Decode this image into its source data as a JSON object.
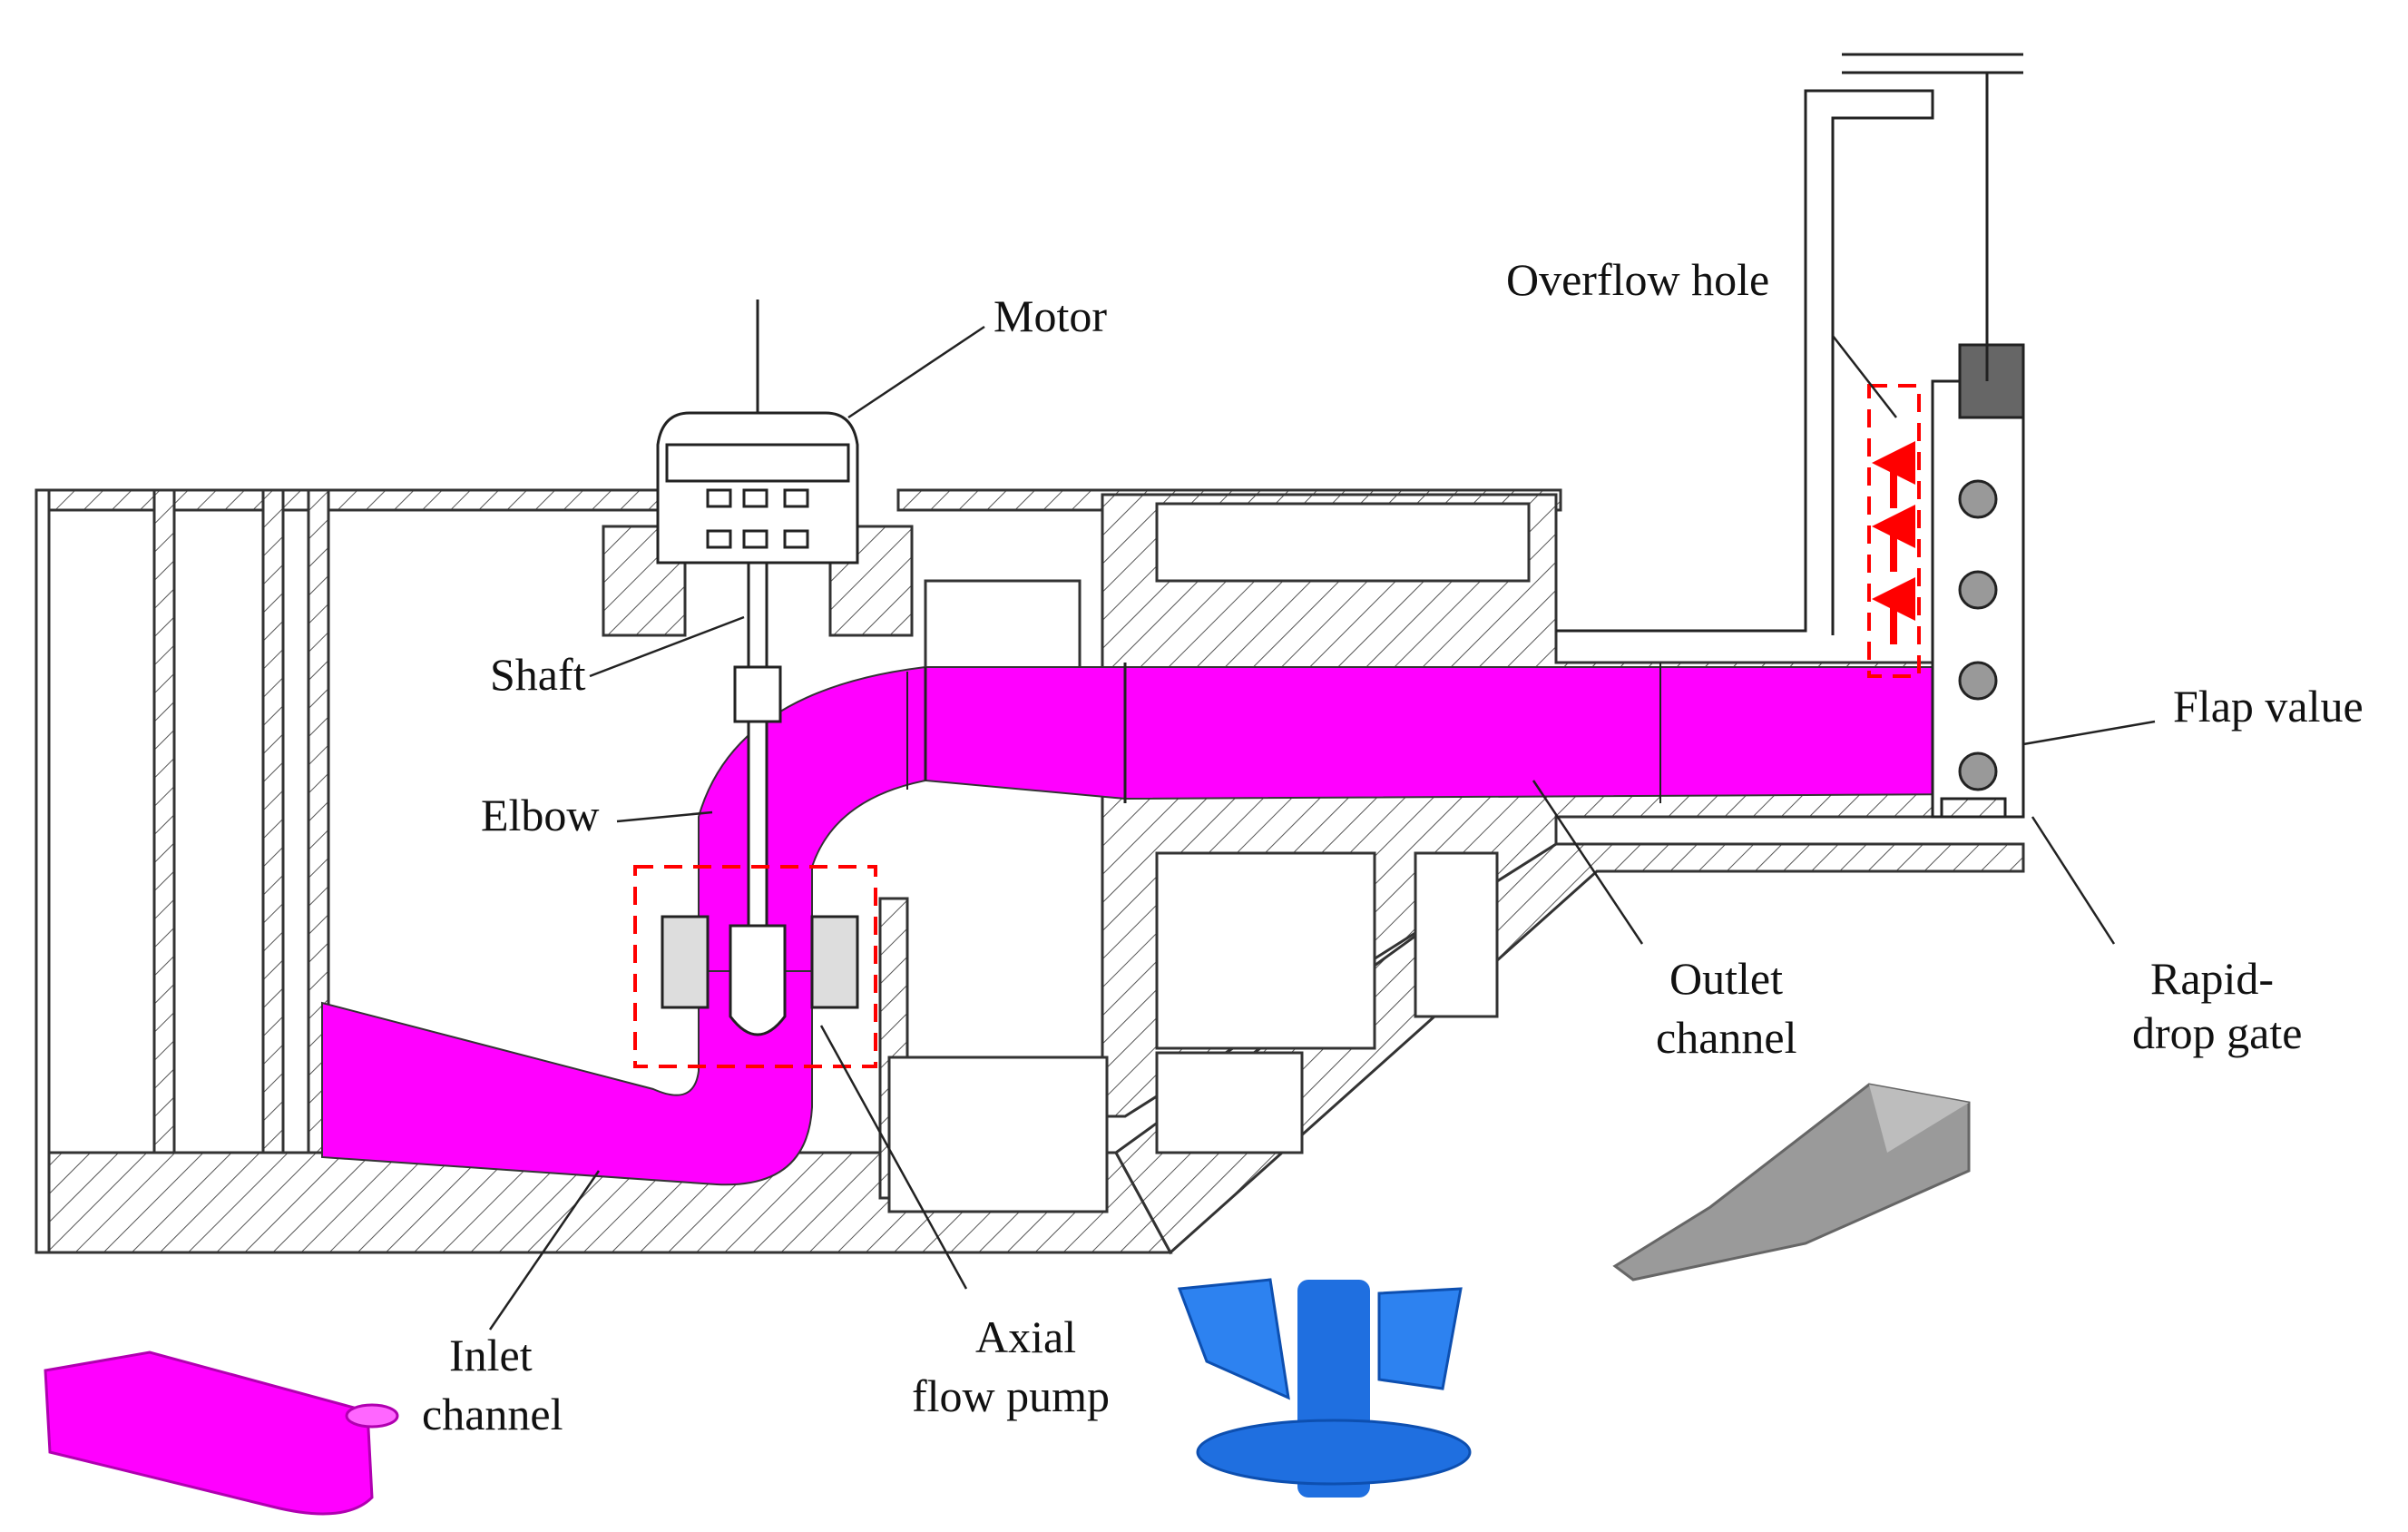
{
  "labels": {
    "motor": "Motor",
    "overflow_hole": "Overflow hole",
    "shaft": "Shaft",
    "flap_value": "Flap value",
    "elbow": "Elbow",
    "outlet_channel_1": "Outlet",
    "outlet_channel_2": "channel",
    "rapid_drop_gate_1": "Rapid-",
    "rapid_drop_gate_2": "drop gate",
    "inlet_channel_1": "Inlet",
    "inlet_channel_2": "channel",
    "axial_flow_pump_1": "Axial",
    "axial_flow_pump_2": "flow pump"
  },
  "colors": {
    "flow_passage": "#ff00ff",
    "concrete_outline": "#333333",
    "highlight_box": "#ff0000",
    "impeller": "#1f6fe0",
    "hub_model": "#9a9a9a"
  }
}
